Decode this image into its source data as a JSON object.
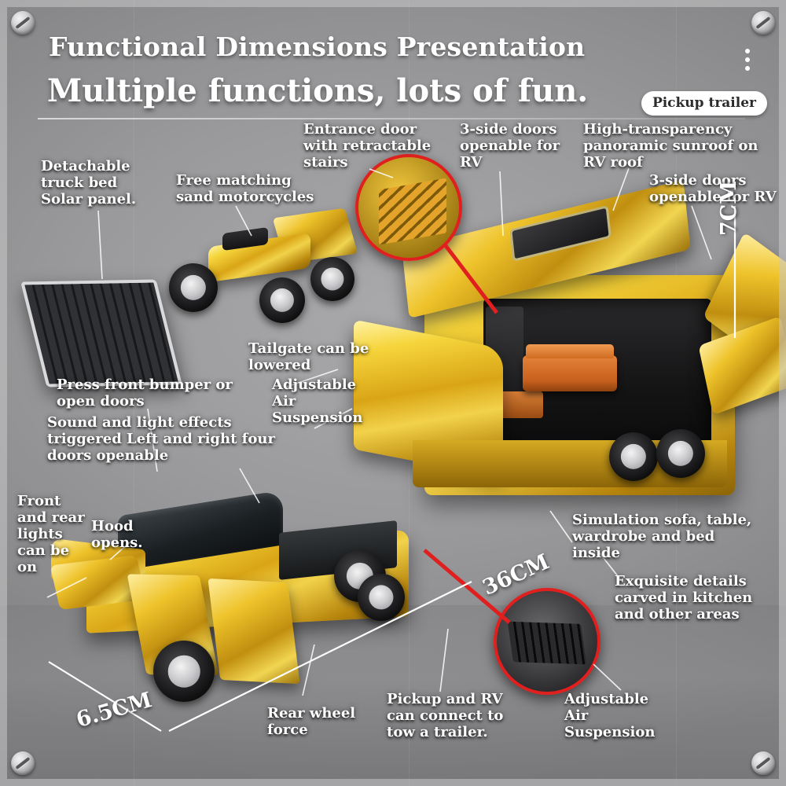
{
  "header": {
    "title_line1": "Functional Dimensions Presentation",
    "title_line2": "Multiple functions, lots of fun.",
    "badge": "Pickup trailer",
    "menu_icon": "kebab-menu-icon"
  },
  "annotations": [
    {
      "id": "detachable-solar",
      "text": "Detachable\ntruck bed\nSolar panel."
    },
    {
      "id": "sand-motorcycles",
      "text": "Free matching\nsand motorcycles"
    },
    {
      "id": "entrance-door",
      "text": "Entrance door\nwith retractable\nstairs"
    },
    {
      "id": "three-side-doors-rv",
      "text": "3-side doors\nopenable for\nRV"
    },
    {
      "id": "panoramic-sunroof",
      "text": "High-transparency\npanoramic sunroof on\nRV roof"
    },
    {
      "id": "three-side-doors-rv-2",
      "text": "3-side doors\nopenable for RV"
    },
    {
      "id": "tailgate-lowered",
      "text": "Tailgate can be\nlowered"
    },
    {
      "id": "adjustable-air-suspension-1",
      "text": "Adjustable\nAir\nSuspension"
    },
    {
      "id": "press-front-bumper",
      "text": "Press front bumper or\nopen doors"
    },
    {
      "id": "sound-light-effects",
      "text": "Sound and light effects\ntriggered Left and right four\ndoors openable"
    },
    {
      "id": "front-rear-lights",
      "text": "Front\nand rear\nlights\ncan be\non"
    },
    {
      "id": "hood-opens",
      "text": "Hood\nopens."
    },
    {
      "id": "rear-wheel-force",
      "text": "Rear wheel\nforce"
    },
    {
      "id": "pickup-rv-connect",
      "text": "Pickup and RV\ncan connect to\ntow a trailer."
    },
    {
      "id": "adjustable-air-suspension-2",
      "text": "Adjustable\nAir\nSuspension"
    },
    {
      "id": "simulation-sofa",
      "text": "Simulation sofa, table,\nwardrobe and bed\ninside"
    },
    {
      "id": "exquisite-details",
      "text": "Exquisite details\ncarved in kitchen\nand other areas"
    }
  ],
  "dimensions": {
    "width": "6.5CM",
    "length": "36CM",
    "height": "7CM"
  },
  "colors": {
    "accent_red": "#e01f1f",
    "gold": "#e9c12c",
    "text": "#ffffff",
    "backdrop": "#9a9a9c"
  }
}
